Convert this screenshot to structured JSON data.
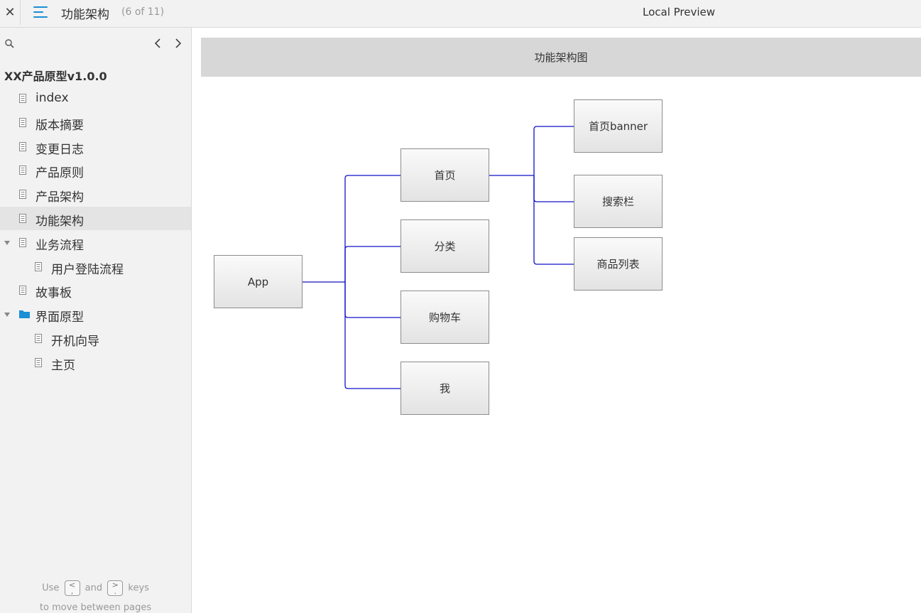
{
  "topbar": {
    "close_label": "✕",
    "page_title": "功能架构",
    "page_count": "(6 of 11)",
    "app_title": "Local Preview"
  },
  "sidebar": {
    "project_title": "XX产品原型v1.0.0",
    "items": [
      {
        "label": "index",
        "type": "page",
        "level": 1
      },
      {
        "label": "版本摘要",
        "type": "page",
        "level": 1
      },
      {
        "label": "变更日志",
        "type": "page",
        "level": 1
      },
      {
        "label": "产品原则",
        "type": "page",
        "level": 1
      },
      {
        "label": "产品架构",
        "type": "page",
        "level": 1
      },
      {
        "label": "功能架构",
        "type": "page",
        "level": 1,
        "active": true
      },
      {
        "label": "业务流程",
        "type": "page",
        "level": 1,
        "expanded": true
      },
      {
        "label": "用户登陆流程",
        "type": "page",
        "level": 2
      },
      {
        "label": "故事板",
        "type": "page",
        "level": 1
      },
      {
        "label": "界面原型",
        "type": "folder",
        "level": 1,
        "expanded": true
      },
      {
        "label": "开机向导",
        "type": "page",
        "level": 2
      },
      {
        "label": "主页",
        "type": "page",
        "level": 2
      }
    ],
    "hint": {
      "use": "Use",
      "key_prev": "<",
      "key_prev_alt": ",",
      "and": "and",
      "key_next": ">",
      "key_next_alt": ".",
      "keys": "keys",
      "line2": "to move between pages"
    }
  },
  "diagram": {
    "header": "功能架构图",
    "nodes": {
      "app": "App",
      "home": "首页",
      "category": "分类",
      "cart": "购物车",
      "me": "我",
      "banner": "首页banner",
      "search": "搜索栏",
      "product_list": "商品列表"
    },
    "connector_color": "#1010c8"
  }
}
